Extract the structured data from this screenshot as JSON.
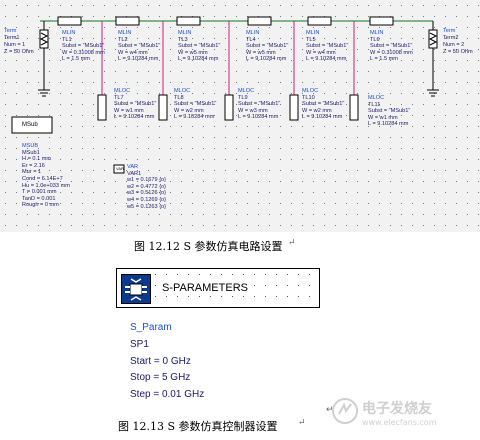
{
  "schematic": {
    "term1": {
      "type": "Term",
      "name": "Term1",
      "num": "Num = 1",
      "z": "Z = 50 Ohm"
    },
    "term2": {
      "type": "Term",
      "name": "Term2",
      "num": "Num = 2",
      "z": "Z = 50 Ohm"
    },
    "mlin": [
      {
        "type": "MLIN",
        "name": "TL1",
        "subst": "Subst = \"MSub1\"",
        "w": "W = 0.31008 mm",
        "l": "L = 1.5 mm"
      },
      {
        "type": "MLIN",
        "name": "TL2",
        "subst": "Subst = \"MSub1\"",
        "w": "W = w4 mm",
        "l": "L = 9.10284 mm"
      },
      {
        "type": "MLIN",
        "name": "TL3",
        "subst": "Subst = \"MSub1\"",
        "w": "W = w5 mm",
        "l": "L = 9.10284 mm"
      },
      {
        "type": "MLIN",
        "name": "TL4",
        "subst": "Subst = \"MSub1\"",
        "w": "W = w5 mm",
        "l": "L = 9.10284 mm"
      },
      {
        "type": "MLIN",
        "name": "TL5",
        "subst": "Subst = \"MSub1\"",
        "w": "W = w4 mm",
        "l": "L = 9.10284 mm"
      },
      {
        "type": "MLIN",
        "name": "TL6",
        "subst": "Subst = \"MSub1\"",
        "w": "W = 0.31008 mm",
        "l": "L = 1.5 mm"
      }
    ],
    "mloc": [
      {
        "type": "MLOC",
        "name": "TL7",
        "subst": "Subst = \"MSub1\"",
        "w": "W = w1 mm",
        "l": "L = 9.10284 mm"
      },
      {
        "type": "MLOC",
        "name": "TL8",
        "subst": "Subst = \"MSub1\"",
        "w": "W = w2 mm",
        "l": "L = 9.10284 mm"
      },
      {
        "type": "MLOC",
        "name": "TL9",
        "subst": "Subst = \"MSub1\"",
        "w": "W = w3 mm",
        "l": "L = 9.10284 mm"
      },
      {
        "type": "MLOC",
        "name": "TL10",
        "subst": "Subst = \"MSub1\"",
        "w": "W = w2 mm",
        "l": "L = 9.10284 mm"
      },
      {
        "type": "MLOC",
        "name": "TL11",
        "subst": "Subst = \"MSub1\"",
        "w": "W = w1 mm",
        "l": "L = 9.10284 mm"
      }
    ],
    "msub": {
      "box_label": "MSub",
      "type": "MSUB",
      "name": "MSub1",
      "params": [
        "H = 0.1 mm",
        "Er = 2.16",
        "Mur = 1",
        "Cond = 6.14E+7",
        "Hu = 1.0e+033 mm",
        "T = 0.001 mm",
        "TanD = 0.001",
        "Rough = 0 mm"
      ]
    },
    "var": {
      "box_label": "VAR",
      "type": "VAR",
      "name": "VAR1",
      "params": [
        "w1 = 0.1679 {o}",
        "w2 = 0.4772 {o}",
        "w3 = 0.5126 {o}",
        "w4 = 0.1269 {o}",
        "w5 = 0.1263 {o}"
      ]
    }
  },
  "caption1": "图 12.12 S 参数仿真电路设置",
  "sparam": {
    "title": "S-PARAMETERS",
    "type": "S_Param",
    "name": "SP1",
    "start": "Start = 0 GHz",
    "stop": "Stop = 5 GHz",
    "step": "Step = 0.01 GHz"
  },
  "caption2": "图 12.13   S 参数仿真控制器设置",
  "watermark": "电子发烧友 www.elecfans.com"
}
